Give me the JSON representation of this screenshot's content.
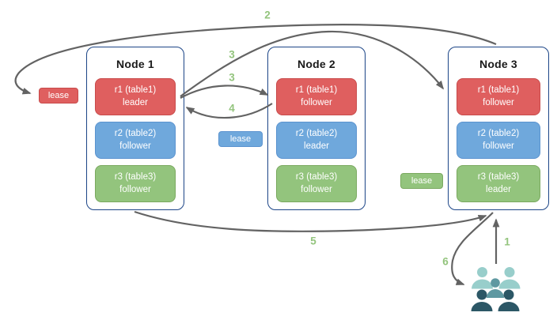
{
  "diagram": {
    "nodes": [
      {
        "title": "Node 1",
        "replicas": [
          {
            "name": "r1 (table1)",
            "role": "leader",
            "color": "red"
          },
          {
            "name": "r2 (table2)",
            "role": "follower",
            "color": "blue"
          },
          {
            "name": "r3 (table3)",
            "role": "follower",
            "color": "green"
          }
        ]
      },
      {
        "title": "Node 2",
        "replicas": [
          {
            "name": "r1 (table1)",
            "role": "follower",
            "color": "red"
          },
          {
            "name": "r2 (table2)",
            "role": "leader",
            "color": "blue"
          },
          {
            "name": "r3 (table3)",
            "role": "follower",
            "color": "green"
          }
        ]
      },
      {
        "title": "Node 3",
        "replicas": [
          {
            "name": "r1 (table1)",
            "role": "follower",
            "color": "red"
          },
          {
            "name": "r2 (table2)",
            "role": "follower",
            "color": "blue"
          },
          {
            "name": "r3 (table3)",
            "role": "leader",
            "color": "green"
          }
        ]
      }
    ],
    "leases": [
      {
        "label": "lease",
        "color": "red"
      },
      {
        "label": "lease",
        "color": "blue"
      },
      {
        "label": "lease",
        "color": "green"
      }
    ],
    "steps": {
      "s1": "1",
      "s2": "2",
      "s3a": "3",
      "s3b": "3",
      "s4": "4",
      "s5": "5",
      "s6": "6"
    },
    "icons": {
      "users": "users-icon"
    },
    "colors": {
      "red": "#df5f5f",
      "red-border": "#c84b4b",
      "blue": "#6fa8dc",
      "blue-border": "#5b93cf",
      "green": "#93c47d",
      "green-border": "#7aa95f",
      "node-border": "#1c4587",
      "arrow": "#636363",
      "step": "#93c47d",
      "users-light": "#98cecb",
      "users-mid": "#5e98a1",
      "users-dark": "#2c5766"
    }
  }
}
